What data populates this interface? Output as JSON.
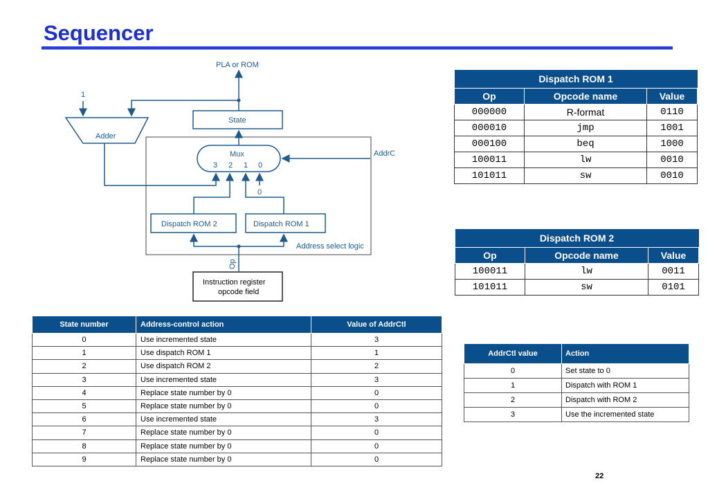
{
  "slide": {
    "title": "Sequencer",
    "page_number": "22"
  },
  "diagram": {
    "pla_rom": "PLA or ROM",
    "one": "1",
    "adder": "Adder",
    "state": "State",
    "mux": "Mux",
    "mux_inputs": [
      "3",
      "2",
      "1",
      "0"
    ],
    "zero": "0",
    "addrctl": "AddrCtl",
    "dispatch_rom2": "Dispatch ROM 2",
    "dispatch_rom1": "Dispatch ROM 1",
    "address_select": "Address select logic",
    "op": "Op",
    "ir_line1": "Instruction register",
    "ir_line2": "opcode field"
  },
  "dispatch_rom1": {
    "caption": "Dispatch ROM 1",
    "headers": [
      "Op",
      "Opcode name",
      "Value"
    ],
    "rows": [
      [
        "000000",
        "R-format",
        "0110"
      ],
      [
        "000010",
        "jmp",
        "1001"
      ],
      [
        "000100",
        "beq",
        "1000"
      ],
      [
        "100011",
        "lw",
        "0010"
      ],
      [
        "101011",
        "sw",
        "0010"
      ]
    ]
  },
  "dispatch_rom2": {
    "caption": "Dispatch ROM 2",
    "headers": [
      "Op",
      "Opcode name",
      "Value"
    ],
    "rows": [
      [
        "100011",
        "lw",
        "0011"
      ],
      [
        "101011",
        "sw",
        "0101"
      ]
    ]
  },
  "state_table": {
    "headers": [
      "State number",
      "Address-control action",
      "Value of AddrCtl"
    ],
    "rows": [
      [
        "0",
        "Use incremented state",
        "3"
      ],
      [
        "1",
        "Use dispatch ROM 1",
        "1"
      ],
      [
        "2",
        "Use dispatch ROM 2",
        "2"
      ],
      [
        "3",
        "Use incremented state",
        "3"
      ],
      [
        "4",
        "Replace state number by 0",
        "0"
      ],
      [
        "5",
        "Replace state number by 0",
        "0"
      ],
      [
        "6",
        "Use incremented state",
        "3"
      ],
      [
        "7",
        "Replace state number by 0",
        "0"
      ],
      [
        "8",
        "Replace state number by 0",
        "0"
      ],
      [
        "9",
        "Replace state number by 0",
        "0"
      ]
    ]
  },
  "addrctl_table": {
    "headers": [
      "AddrCtl value",
      "Action"
    ],
    "rows": [
      [
        "0",
        "Set state to 0"
      ],
      [
        "1",
        "Dispatch with ROM 1"
      ],
      [
        "2",
        "Dispatch with ROM 2"
      ],
      [
        "3",
        "Use the incremented state"
      ]
    ]
  },
  "colors": {
    "title": "#1a2fd6",
    "line": "#1f5a8f",
    "header": "#0a4f8c"
  }
}
